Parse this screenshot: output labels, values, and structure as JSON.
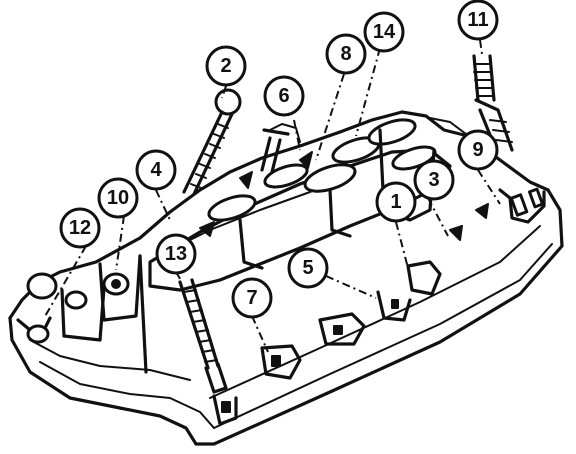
{
  "callouts": [
    {
      "id": "c1",
      "label": "1"
    },
    {
      "id": "c2",
      "label": "2"
    },
    {
      "id": "c3",
      "label": "3"
    },
    {
      "id": "c4",
      "label": "4"
    },
    {
      "id": "c5",
      "label": "5"
    },
    {
      "id": "c6",
      "label": "6"
    },
    {
      "id": "c7",
      "label": "7"
    },
    {
      "id": "c8",
      "label": "8"
    },
    {
      "id": "c9",
      "label": "9"
    },
    {
      "id": "c10",
      "label": "10"
    },
    {
      "id": "c11",
      "label": "11"
    },
    {
      "id": "c12",
      "label": "12"
    },
    {
      "id": "c13",
      "label": "13"
    },
    {
      "id": "c14",
      "label": "14"
    }
  ],
  "colors": {
    "ink": "#111111",
    "paper": "#ffffff"
  }
}
